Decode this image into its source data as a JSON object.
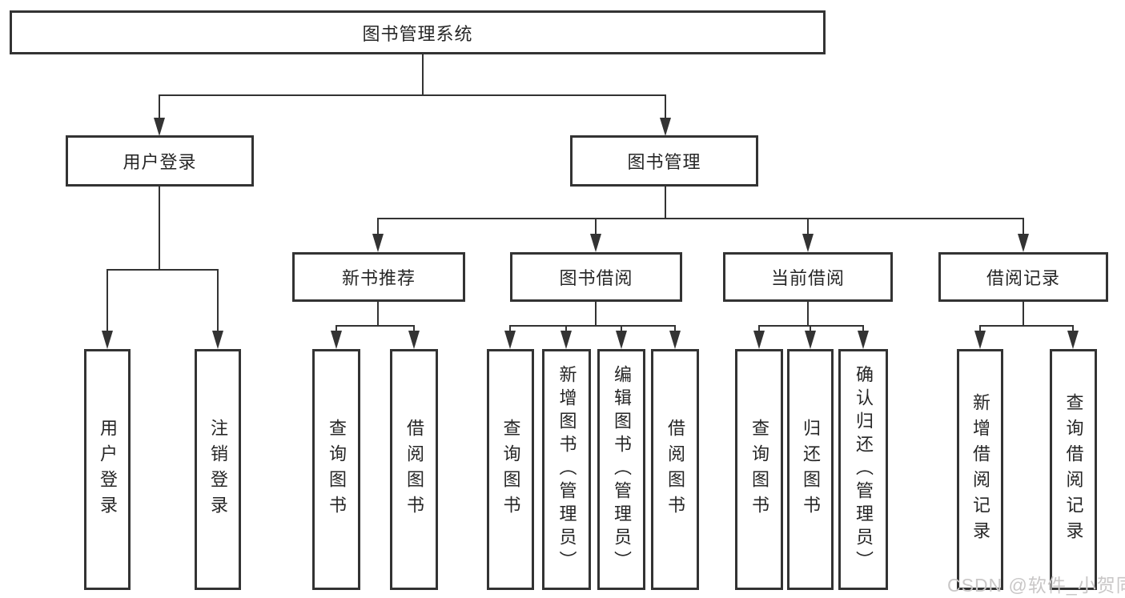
{
  "colors": {
    "line": "#333333",
    "text": "#262626",
    "background": "#ffffff",
    "watermark": "#c9c7c7"
  },
  "watermark": "CSDN @软件_小贺同学",
  "tree": {
    "root": "图书管理系统",
    "level2": [
      {
        "label": "用户登录",
        "leaves": [
          "用户登录",
          "注销登录"
        ]
      },
      {
        "label": "图书管理",
        "children": [
          {
            "label": "新书推荐",
            "leaves": [
              "查询图书",
              "借阅图书"
            ]
          },
          {
            "label": "图书借阅",
            "leaves": [
              "查询图书",
              "新增图书（管理员）",
              "编辑图书（管理员）",
              "借阅图书"
            ]
          },
          {
            "label": "当前借阅",
            "leaves": [
              "查询图书",
              "归还图书",
              "确认归还（管理员）"
            ]
          },
          {
            "label": "借阅记录",
            "leaves": [
              "新增借阅记录",
              "查询借阅记录"
            ]
          }
        ]
      }
    ]
  }
}
